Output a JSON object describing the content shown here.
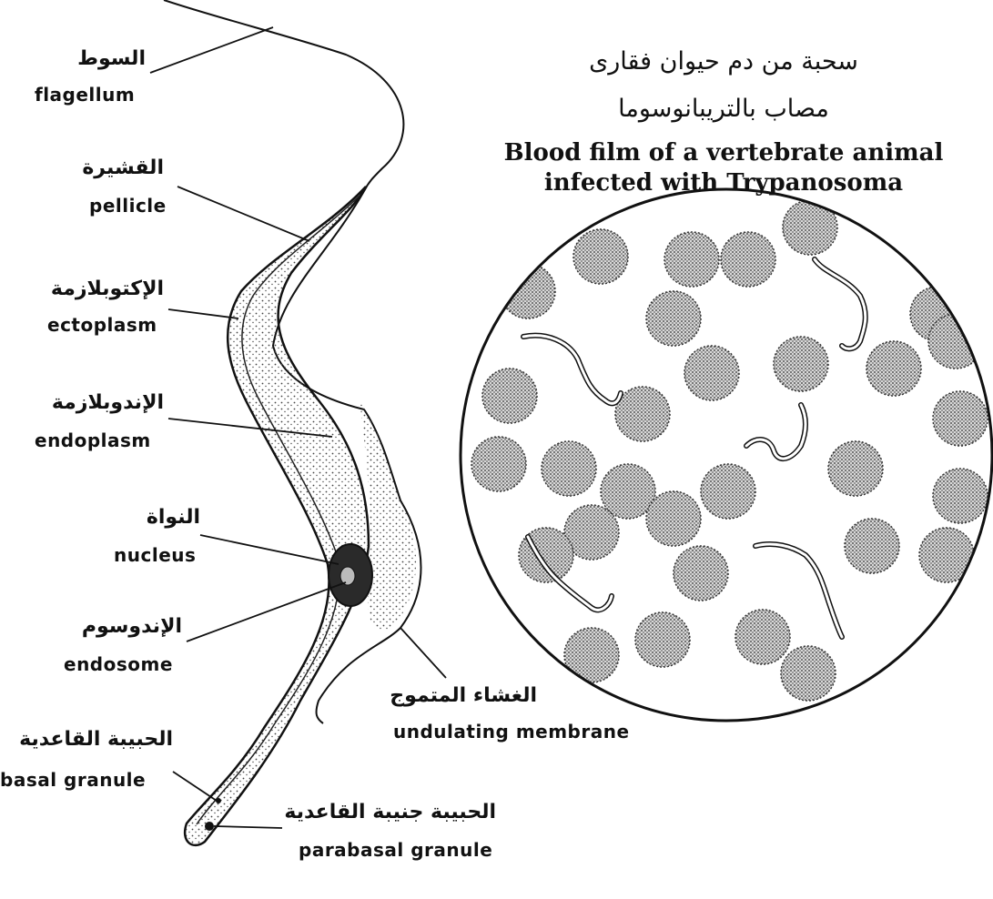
{
  "title": {
    "ar_line1": "سحبة من دم حيوان فقارى",
    "ar_line2": "مصاب بالتريبانوسوما",
    "en_line1": "Blood film of a vertebrate animal",
    "en_line2": "infected with Trypanosoma"
  },
  "labels": [
    {
      "key": "flagellum",
      "ar": "السوط",
      "en": "flagellum"
    },
    {
      "key": "pellicle",
      "ar": "القشيرة",
      "en": "pellicle"
    },
    {
      "key": "ectoplasm",
      "ar": "الإكتوبلازمة",
      "en": "ectoplasm"
    },
    {
      "key": "endoplasm",
      "ar": "الإندوبلازمة",
      "en": "endoplasm"
    },
    {
      "key": "nucleus",
      "ar": "النواة",
      "en": "nucleus"
    },
    {
      "key": "endosome",
      "ar": "الإندوسوم",
      "en": "endosome"
    },
    {
      "key": "basal_granule",
      "ar": "الحبيبة القاعدية",
      "en": "basal granule"
    },
    {
      "key": "undulating_membrane",
      "ar": "الغشاء المتموج",
      "en": "undulating membrane"
    },
    {
      "key": "parabasal_granule",
      "ar": "الحبيبة جنيبة القاعدية",
      "en": "parabasal granule"
    }
  ],
  "colors": {
    "ink": "#111111",
    "stipple": "#444444",
    "paper": "#ffffff"
  }
}
